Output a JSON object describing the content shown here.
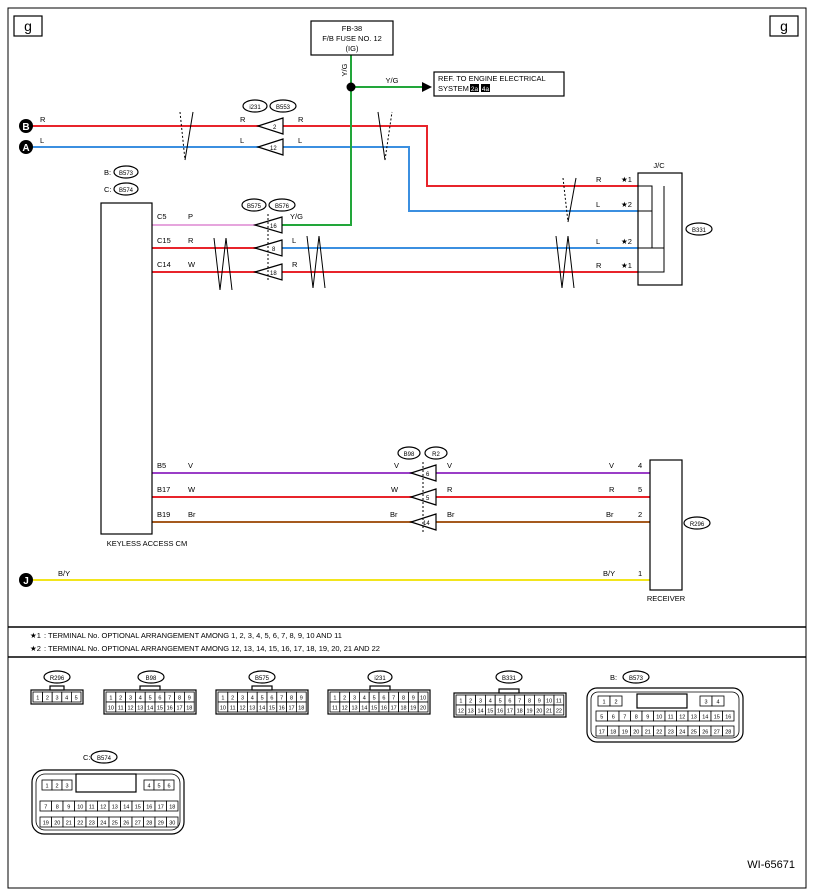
{
  "page_marker": "g",
  "fuse": {
    "line1": "FB-38",
    "line2": "F/B FUSE NO. 12",
    "line3": "(IG)"
  },
  "ref_box": {
    "line1": "REF. TO ENGINE ELECTRICAL",
    "line2": "SYSTEM",
    "tag1": "2a",
    "tag2": "4a"
  },
  "wire_colors": {
    "R": "#e8242b",
    "L": "#3b8fe0",
    "YG": "#22a63a",
    "P": "#e6a5dd",
    "V": "#9a3ec7",
    "Br": "#a55a1e",
    "BY": "#f2e51c"
  },
  "connectors": {
    "i231": "i231",
    "b553": "B553",
    "b573": "B573",
    "b574": "B574",
    "b575": "B575",
    "b576": "B576",
    "b331": "B331",
    "b98": "B98",
    "r2": "R2",
    "r296": "R296"
  },
  "labels": {
    "r": "R",
    "l": "L",
    "yg": "Y/G",
    "p": "P",
    "w": "W",
    "v": "V",
    "br": "Br",
    "by": "B/Y",
    "jc": "J/C",
    "b_prefix": "B:",
    "c_prefix": "C:",
    "c5": "C5",
    "c15": "C15",
    "c14": "C14",
    "b5": "B5",
    "b17": "B17",
    "b19": "B19",
    "star1": "★1",
    "star2": "★2",
    "t2": "2",
    "t12": "12",
    "t16": "16",
    "t8": "8",
    "t18": "18",
    "t6": "6",
    "t5": "5",
    "t14": "14",
    "t4": "4",
    "t2b": "2",
    "t5b": "5",
    "t1": "1"
  },
  "components": {
    "cm": "KEYLESS ACCESS CM",
    "receiver": "RECEIVER"
  },
  "nodes": {
    "b": "B",
    "a": "A",
    "j": "J"
  },
  "notes": {
    "n1_mark": "★1",
    "n1_text": ": TERMINAL No. OPTIONAL ARRANGEMENT AMONG 1, 2, 3, 4, 5, 6, 7, 8, 9, 10 AND 11",
    "n2_mark": "★2",
    "n2_text": ": TERMINAL No. OPTIONAL ARRANGEMENT AMONG 12, 13, 14, 15, 16, 17, 18, 19, 20, 21 AND 22"
  },
  "pinouts": {
    "r296_pins": [
      "1",
      "2",
      "3",
      "4",
      "5"
    ],
    "std_row1": [
      "1",
      "2",
      "3",
      "4",
      "5",
      "6",
      "7",
      "8",
      "9"
    ],
    "std_row2": [
      "10",
      "11",
      "12",
      "13",
      "14",
      "15",
      "16",
      "17",
      "18"
    ],
    "i231_row1": [
      "1",
      "2",
      "3",
      "4",
      "5",
      "6",
      "7",
      "8",
      "9",
      "10"
    ],
    "i231_row2": [
      "11",
      "12",
      "13",
      "14",
      "15",
      "16",
      "17",
      "18",
      "19",
      "20"
    ],
    "b331_row1": [
      "1",
      "2",
      "3",
      "4",
      "5",
      "6",
      "7",
      "8",
      "9",
      "10",
      "11"
    ],
    "b331_row2": [
      "12",
      "13",
      "14",
      "15",
      "16",
      "17",
      "18",
      "19",
      "20",
      "21",
      "22"
    ],
    "b573_row1a": [
      "1",
      "2"
    ],
    "b573_row1b": [
      "3",
      "4"
    ],
    "b573_row2": [
      "5",
      "6",
      "7",
      "8",
      "9",
      "10",
      "11",
      "12",
      "13",
      "14",
      "15",
      "16"
    ],
    "b573_row3": [
      "17",
      "18",
      "19",
      "20",
      "21",
      "22",
      "23",
      "24",
      "25",
      "26",
      "27",
      "28"
    ],
    "b574_row1a": [
      "1",
      "2",
      "3"
    ],
    "b574_row1b": [
      "4",
      "5",
      "6"
    ],
    "b574_row2": [
      "7",
      "8",
      "9",
      "10",
      "11",
      "12",
      "13",
      "14",
      "15",
      "16",
      "17",
      "18"
    ],
    "b574_row3": [
      "19",
      "20",
      "21",
      "22",
      "23",
      "24",
      "25",
      "26",
      "27",
      "28",
      "29",
      "30"
    ]
  },
  "figure_id": "WI-65671"
}
